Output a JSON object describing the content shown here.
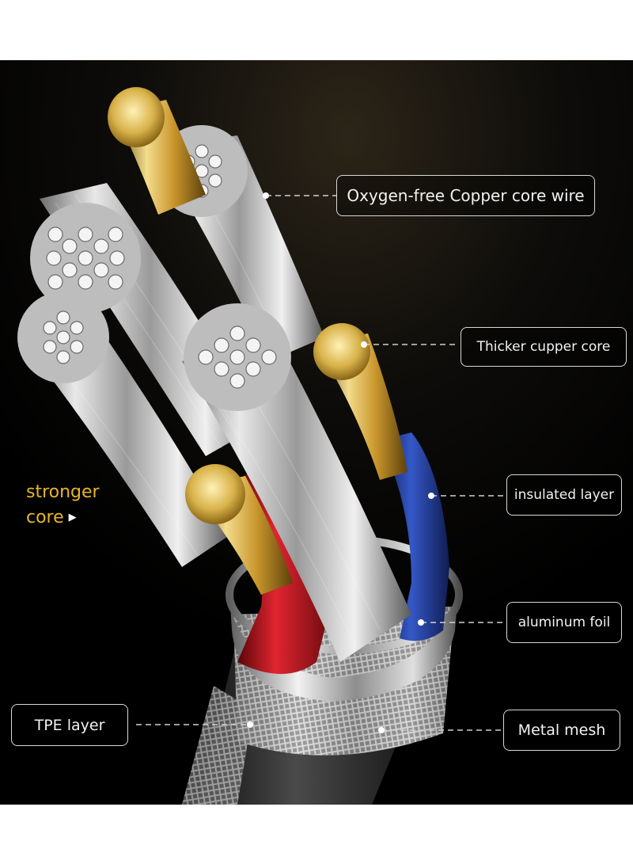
{
  "diagram": {
    "labels": {
      "oxygen_free_copper": "Oxygen-free Copper core wire",
      "thicker_cupper_core": "Thicker cupper core",
      "insulated_layer": "insulated layer",
      "aluminum_foil": "aluminum foil",
      "tpe_layer": "TPE layer",
      "metal_mesh": "Metal mesh",
      "stronger_core_line1": "stronger",
      "stronger_core_line2": "core"
    },
    "colors": {
      "background": "#000000",
      "accent_gold": "#e8b625",
      "silver_strand": "#d9d9d9",
      "gold_core": "#d8b24a",
      "red_insulation": "#b3121a",
      "blue_insulation": "#1f3c9a"
    },
    "icons": {
      "stronger_core_marker": "triangle-right-icon"
    }
  }
}
